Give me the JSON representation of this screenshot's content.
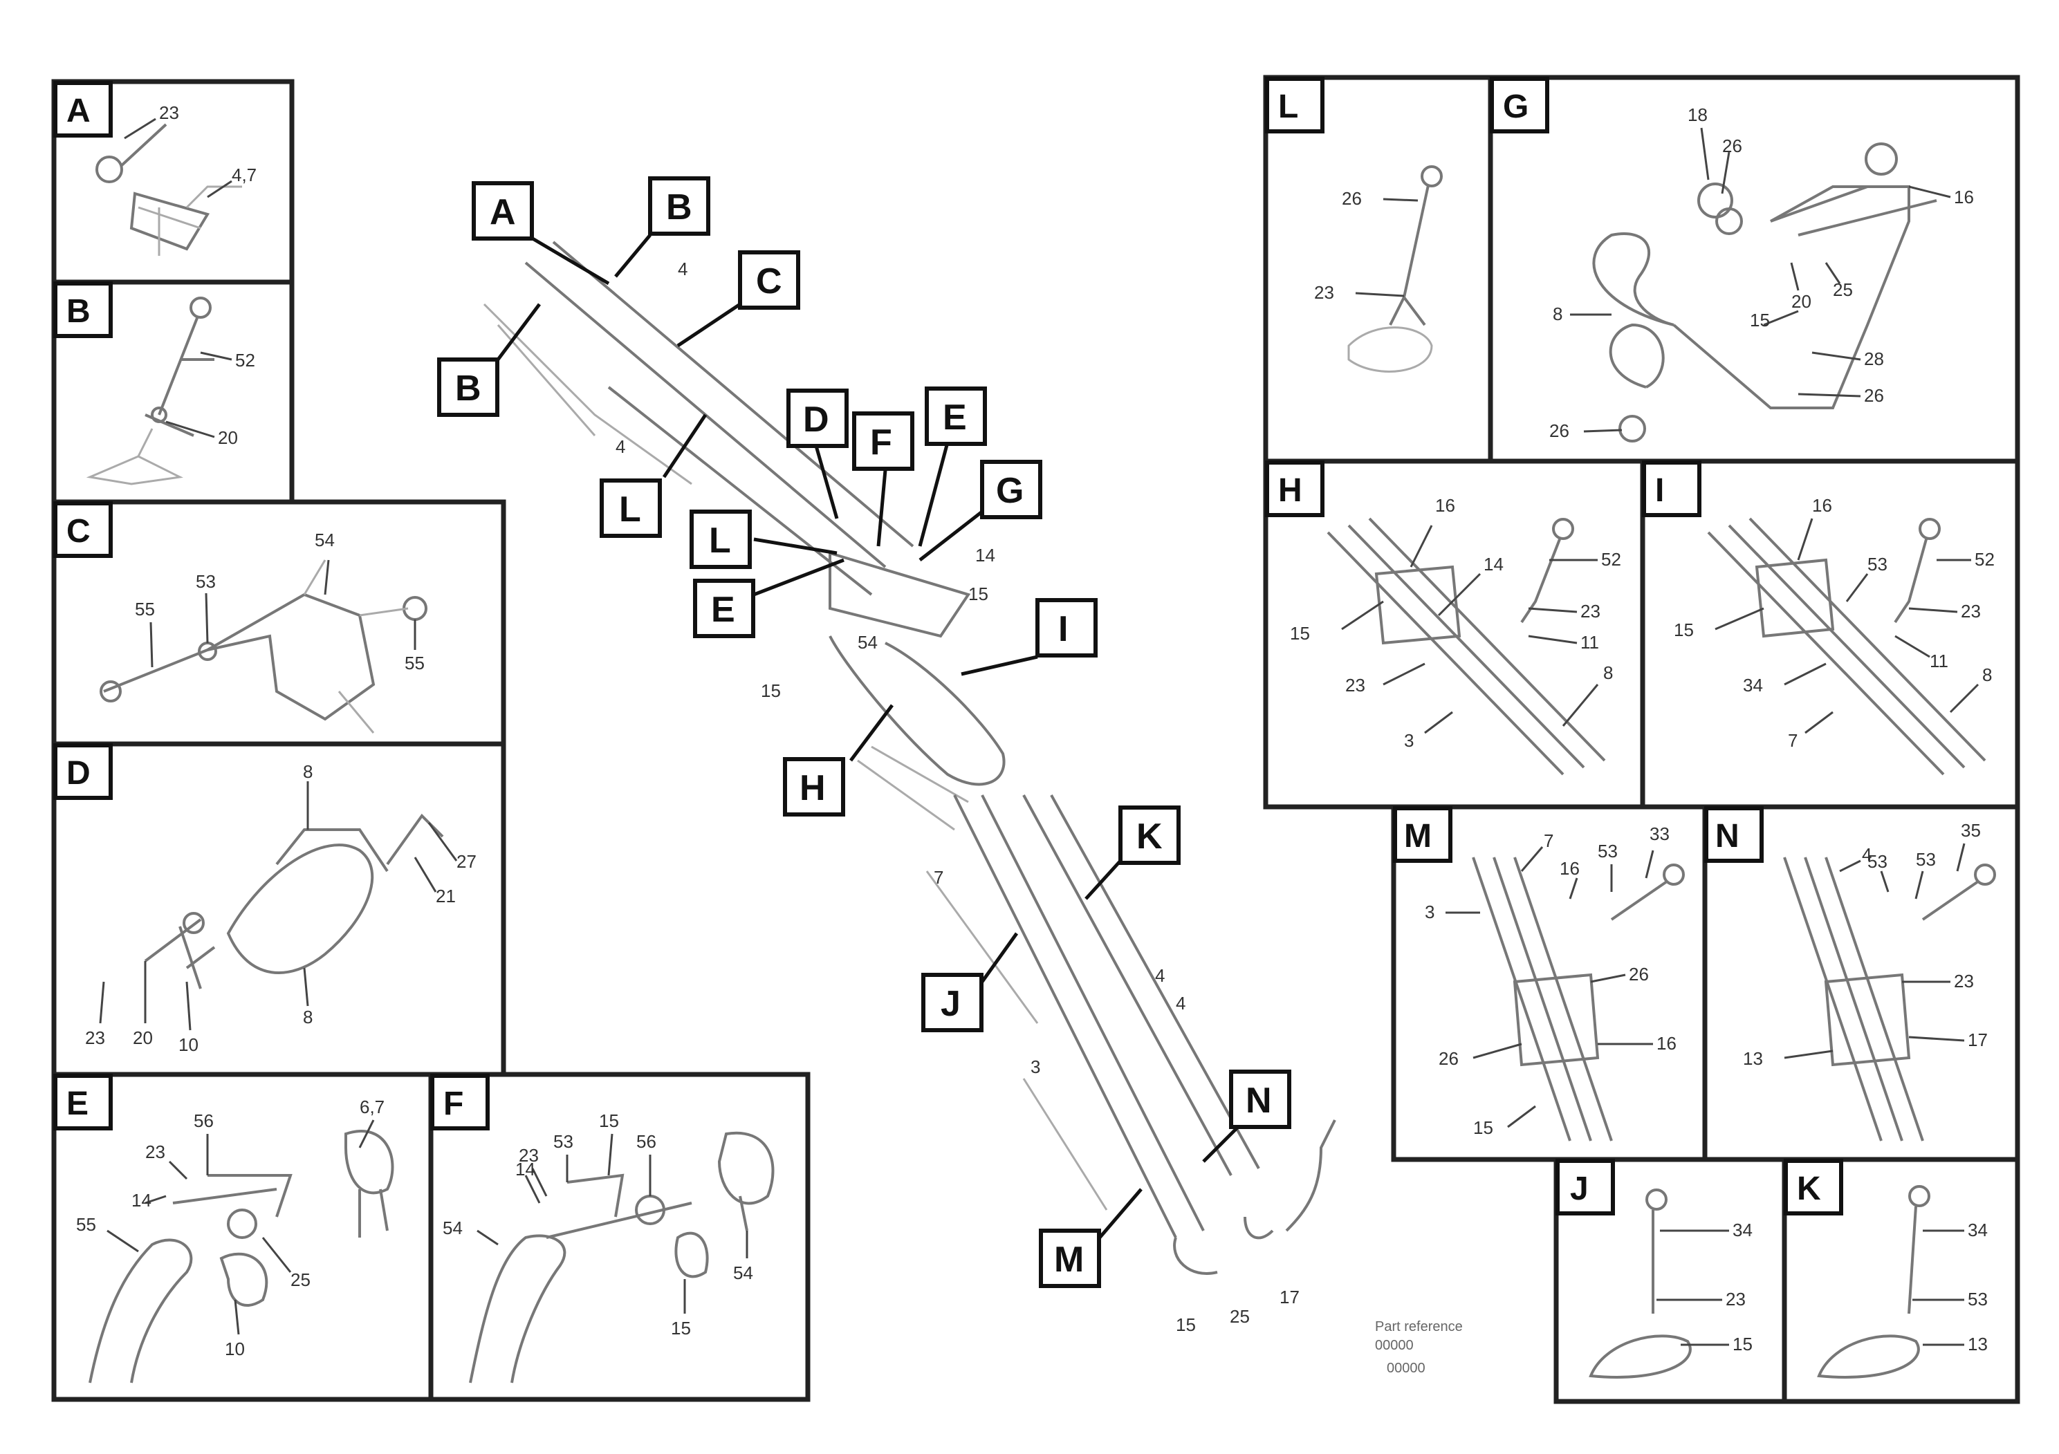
{
  "overview": {
    "callouts": [
      "A",
      "B",
      "C",
      "D",
      "E",
      "F",
      "G",
      "H",
      "I",
      "J",
      "K",
      "L",
      "M",
      "N"
    ],
    "extra_callouts": [
      "B",
      "L",
      "L",
      "E"
    ],
    "numbers": [
      "4",
      "4",
      "14",
      "15",
      "54",
      "15",
      "7",
      "4",
      "4",
      "17",
      "15",
      "25",
      "3"
    ]
  },
  "details": {
    "A": {
      "tag": "A",
      "numbers": [
        "23",
        "4,7"
      ]
    },
    "B": {
      "tag": "B",
      "numbers": [
        "52",
        "20"
      ]
    },
    "C": {
      "tag": "C",
      "numbers": [
        "54",
        "53",
        "55",
        "55"
      ]
    },
    "D": {
      "tag": "D",
      "numbers": [
        "8",
        "27",
        "21",
        "8",
        "23",
        "20",
        "10"
      ]
    },
    "E": {
      "tag": "E",
      "numbers": [
        "55",
        "56",
        "23",
        "6,7",
        "14",
        "25",
        "10"
      ]
    },
    "F": {
      "tag": "F",
      "numbers": [
        "53",
        "15",
        "56",
        "23",
        "54",
        "14",
        "54",
        "15"
      ]
    },
    "G": {
      "tag": "G",
      "numbers": [
        "18",
        "26",
        "16",
        "8",
        "20",
        "25",
        "15",
        "28",
        "26",
        "26"
      ]
    },
    "H": {
      "tag": "H",
      "numbers": [
        "16",
        "14",
        "52",
        "15",
        "23",
        "11",
        "23",
        "8",
        "3"
      ]
    },
    "I": {
      "tag": "I",
      "numbers": [
        "16",
        "53",
        "52",
        "23",
        "15",
        "11",
        "34",
        "8",
        "7"
      ]
    },
    "J": {
      "tag": "J",
      "numbers": [
        "34",
        "23",
        "15"
      ]
    },
    "K": {
      "tag": "K",
      "numbers": [
        "34",
        "53",
        "13"
      ]
    },
    "L": {
      "tag": "L",
      "numbers": [
        "26",
        "23"
      ]
    },
    "M": {
      "tag": "M",
      "numbers": [
        "7",
        "16",
        "33",
        "53",
        "3",
        "26",
        "26",
        "16",
        "15"
      ]
    },
    "N": {
      "tag": "N",
      "numbers": [
        "4",
        "53",
        "35",
        "53",
        "23",
        "13",
        "17"
      ]
    }
  },
  "reference": {
    "line1": "Part reference",
    "line2": "00000",
    "code": "00000"
  }
}
